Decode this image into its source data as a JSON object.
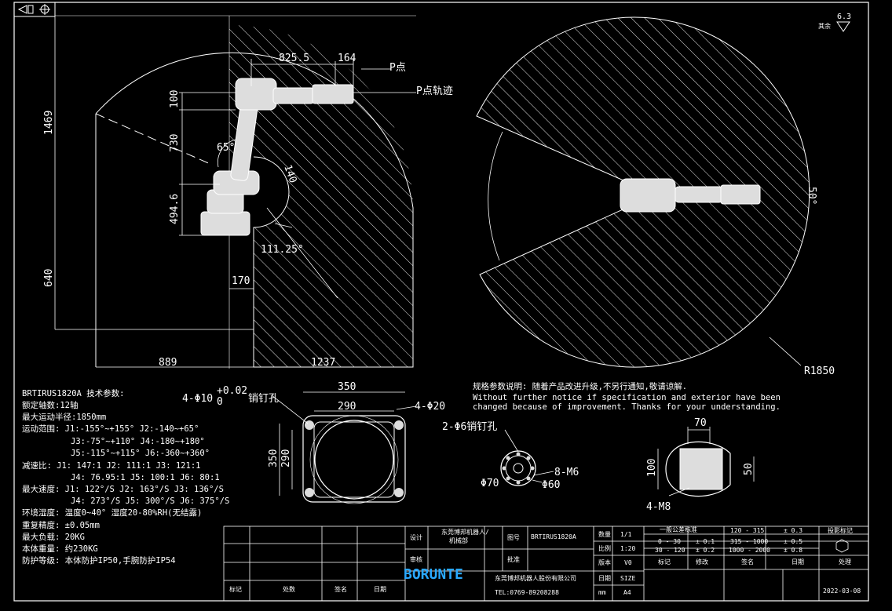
{
  "frame": {
    "corner_icons": [
      "projection-symbol",
      "crosshair-symbol"
    ],
    "roughness_value": "6.3"
  },
  "side_view": {
    "point_labels": {
      "p_point": "P点",
      "p_trajectory": "P点轨迹"
    },
    "dims": {
      "top_reach": "825.5",
      "wrist_len": "164",
      "total_height": "1469",
      "arm_100": "100",
      "arm_730": "730",
      "base_height": "494.6",
      "lower_640": "640",
      "angle_65": "65°",
      "radius_140": "140",
      "angle_111": "111.25°",
      "base_170": "170",
      "back_889": "889",
      "front_1237": "1237"
    }
  },
  "top_view": {
    "angle_label": "50°",
    "radius_label": "R1850"
  },
  "specs": {
    "title": "BRTIRUS1820A  技术参数:",
    "lines": [
      "额定轴数:12轴",
      "最大运动半径:1850mm",
      "运动范围: J1:-155°~+155° J2:-140~+65°",
      "J3:-75°~+110°  J4:-180~+180°",
      "J5:-115°~+115° J6:-360~+360°",
      "减速比:   J1: 147:1      J2: 111:1      J3: 121:1",
      "J4: 76.95:1    J5: 100:1     J6: 80:1",
      "最大速度: J1: 122°/S   J2: 163°/S   J3: 136°/S",
      "J4: 273°/S   J5: 300°/S   J6: 375°/S",
      "环境湿度: 温度0~40° 湿度20-80%RH(无结露)",
      "重复精度: ±0.05mm",
      "最大负载: 20KG",
      "本体重量: 约230KG",
      "防护等级: 本体防护IP50,手腕防护IP54"
    ]
  },
  "notice": {
    "cn": "规格参数说明: 随着产品改进升级,不另行通知,敬请谅解.",
    "en1": "Without further notice if specification and exterior have been",
    "en2": "changed because of improvement. Thanks for your understanding."
  },
  "base_view": {
    "holes_label": "4-Φ10",
    "tol_plus": "+0.02",
    "tol_zero": "0",
    "holes_suffix": "销钉孔",
    "w350": "350",
    "w290": "290",
    "corner_holes": "4-Φ20",
    "h350": "350",
    "h290": "290"
  },
  "flange_view": {
    "pin": "2-Φ6销钉孔",
    "thread": "8-M6",
    "d70": "Φ70",
    "d60": "Φ60"
  },
  "wrist_view": {
    "w70": "70",
    "h100": "100",
    "h50": "50",
    "thread": "4-M8"
  },
  "title_block": {
    "design_label": "设计",
    "designer": "东莞博邦机器人/",
    "designer2": "机械部",
    "drawing_label": "图号",
    "model": "BRTIRUS1820A",
    "check_label": "审核",
    "approve_label": "批准",
    "qty_label": "数量",
    "qty": "1/1",
    "scale_label": "比例",
    "scale": "1:20",
    "ver_label": "版本",
    "ver": "V0",
    "size_label": "SIZE",
    "size": "A4",
    "unit": "mm",
    "logo": "BORUNTE",
    "company": "东莞博邦机器人股份有限公司",
    "tel": "TEL:0769-89208288",
    "rev_headers": [
      "标记",
      "处数",
      "签名",
      "日期"
    ],
    "tol_title": "一般公差标准",
    "tol_rows": [
      [
        "0 - 30",
        "± 0.1",
        "120 - 315",
        "± 0.3"
      ],
      [
        "30 - 120",
        "± 0.2",
        "315 - 1000",
        "± 0.5"
      ],
      [
        "",
        "",
        "1000 - 2000",
        "± 0.8"
      ]
    ],
    "proj_label": "投影标记",
    "bottom_labels": [
      "标记",
      "修改",
      "签名",
      "日期",
      "处理"
    ],
    "date": "2022-03-08",
    "unit_label": "日期"
  }
}
